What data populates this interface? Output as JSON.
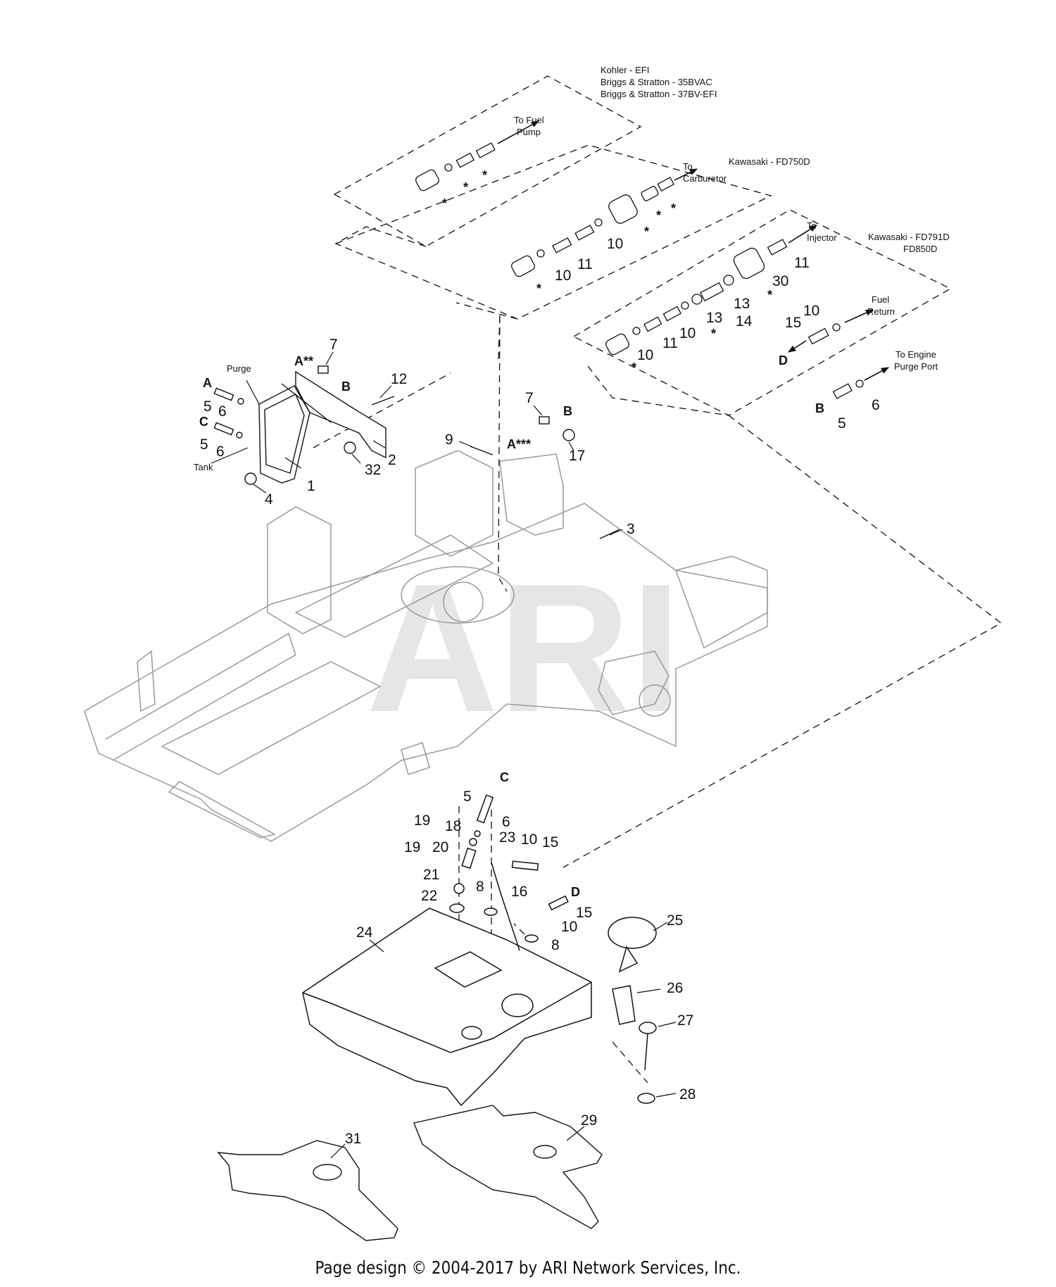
{
  "watermark": "ARI",
  "footer": "Page design © 2004-2017 by ARI Network Services, Inc.",
  "insets": {
    "kohler": {
      "line1": "Kohler - EFI",
      "line2": "Briggs & Stratton - 35BVAC",
      "line3": "Briggs & Stratton - 37BV-EFI"
    },
    "fd750": {
      "line1": "Kawasaki - FD750D"
    },
    "fd791": {
      "line1": "Kawasaki - FD791D",
      "line2": "FD850D"
    }
  },
  "destinations": {
    "fuel_pump_1": "To Fuel",
    "fuel_pump_2": "Pump",
    "carburetor_1": "To",
    "carburetor_2": "Carburetor",
    "injector_1": "To",
    "injector_2": "Injector",
    "fuel_return_1": "Fuel",
    "fuel_return_2": "Return",
    "purge_port_1": "To Engine",
    "purge_port_2": "Purge Port",
    "purge": "Purge",
    "tank": "Tank"
  },
  "letters": {
    "a": "A",
    "a2": "A**",
    "a3": "A***",
    "b": "B",
    "c": "C",
    "d": "D",
    "star": "*"
  },
  "parts": {
    "p1": "1",
    "p2": "2",
    "p3": "3",
    "p4": "4",
    "p5": "5",
    "p6": "6",
    "p7": "7",
    "p8": "8",
    "p9": "9",
    "p10": "10",
    "p11": "11",
    "p12": "12",
    "p13": "13",
    "p14": "14",
    "p15": "15",
    "p16": "16",
    "p17": "17",
    "p18": "18",
    "p19": "19",
    "p20": "20",
    "p21": "21",
    "p22": "22",
    "p23": "23",
    "p24": "24",
    "p25": "25",
    "p26": "26",
    "p27": "27",
    "p28": "28",
    "p29": "29",
    "p30": "30",
    "p31": "31",
    "p32": "32"
  },
  "colors": {
    "line": "#111111",
    "frame": "#9a9a9a",
    "watermark": "#e6e6e6"
  }
}
